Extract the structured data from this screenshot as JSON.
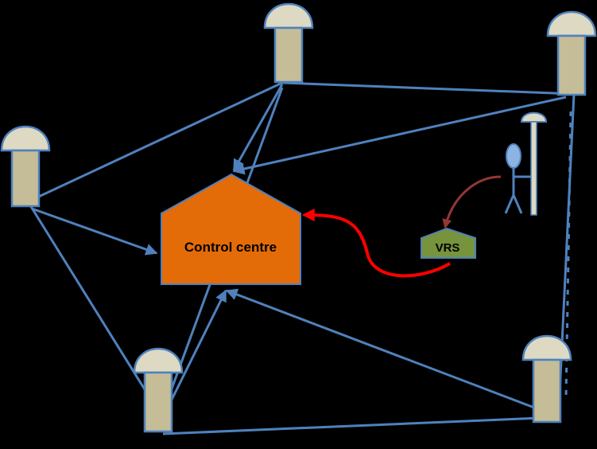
{
  "diagram": {
    "background_color": "#000000",
    "link_color": "#4F81BD",
    "station_cap_color": "#DDD9C3",
    "station_body_color": "#C4BD97",
    "station_outline_color": "#4F81BD",
    "control_centre": {
      "label": "Control centre",
      "fill_color": "#E36C09"
    },
    "vrs": {
      "label": "VRS",
      "fill_color": "#77933C"
    },
    "correction_link_color": "#FF0000",
    "position_link_color": "#953735",
    "user": {
      "icon": "surveyor-rover-icon"
    },
    "stations": [
      {
        "name": "reference-station-top-center",
        "icon": "gnss-reference-station-icon"
      },
      {
        "name": "reference-station-top-right",
        "icon": "gnss-reference-station-icon"
      },
      {
        "name": "reference-station-left",
        "icon": "gnss-reference-station-icon"
      },
      {
        "name": "reference-station-bottom-left",
        "icon": "gnss-reference-station-icon"
      },
      {
        "name": "reference-station-bottom-right",
        "icon": "gnss-reference-station-icon"
      }
    ]
  }
}
